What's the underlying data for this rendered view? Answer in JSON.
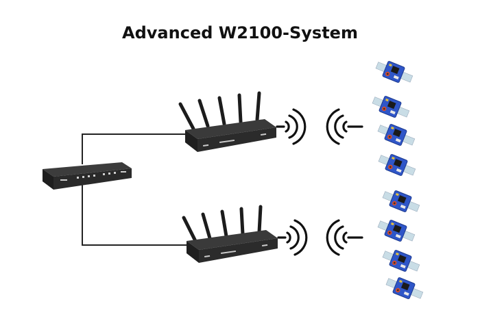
{
  "title": "Advanced W2100-System",
  "colors": {
    "device_body": "#2b2b2b",
    "device_top": "#3a3a3a",
    "antenna": "#1c1c1c",
    "cable": "#222222",
    "wave": "#111111",
    "sensor_pcb": "#2f56c8",
    "sensor_strip": "#c9dde6",
    "sensor_label": "#d94b2b"
  },
  "diagram": {
    "hub": {
      "name": "central-hub"
    },
    "receivers": [
      {
        "name": "receiver-top",
        "antenna_count": 5
      },
      {
        "name": "receiver-bottom",
        "antenna_count": 5
      }
    ],
    "sensor_groups": [
      {
        "name": "sensor-group-top",
        "sensor_count": 4
      },
      {
        "name": "sensor-group-bottom",
        "sensor_count": 4
      }
    ]
  }
}
